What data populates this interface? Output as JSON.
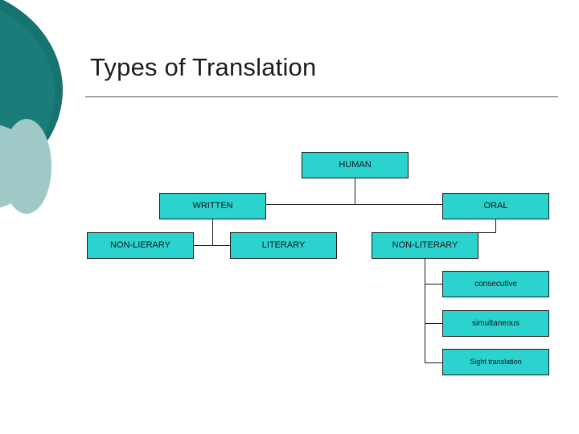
{
  "slide": {
    "title": "Types of Translation",
    "background_color": "#ffffff",
    "accent_color": "#17736f",
    "node_fill": "#2bd3cf",
    "node_border": "#1b1b1b"
  },
  "diagram": {
    "type": "tree",
    "nodes": [
      {
        "id": "human",
        "label": "HUMAN"
      },
      {
        "id": "written",
        "label": "WRITTEN"
      },
      {
        "id": "oral",
        "label": "ORAL"
      },
      {
        "id": "non_lierary",
        "label": "NON-LIERARY"
      },
      {
        "id": "literary",
        "label": "LITERARY"
      },
      {
        "id": "non_literary",
        "label": "NON-LITERARY"
      },
      {
        "id": "consecutive",
        "label": "consecutive"
      },
      {
        "id": "simultaneous",
        "label": "simultaneous"
      },
      {
        "id": "sight_translation",
        "label": "Sight translation"
      }
    ]
  }
}
